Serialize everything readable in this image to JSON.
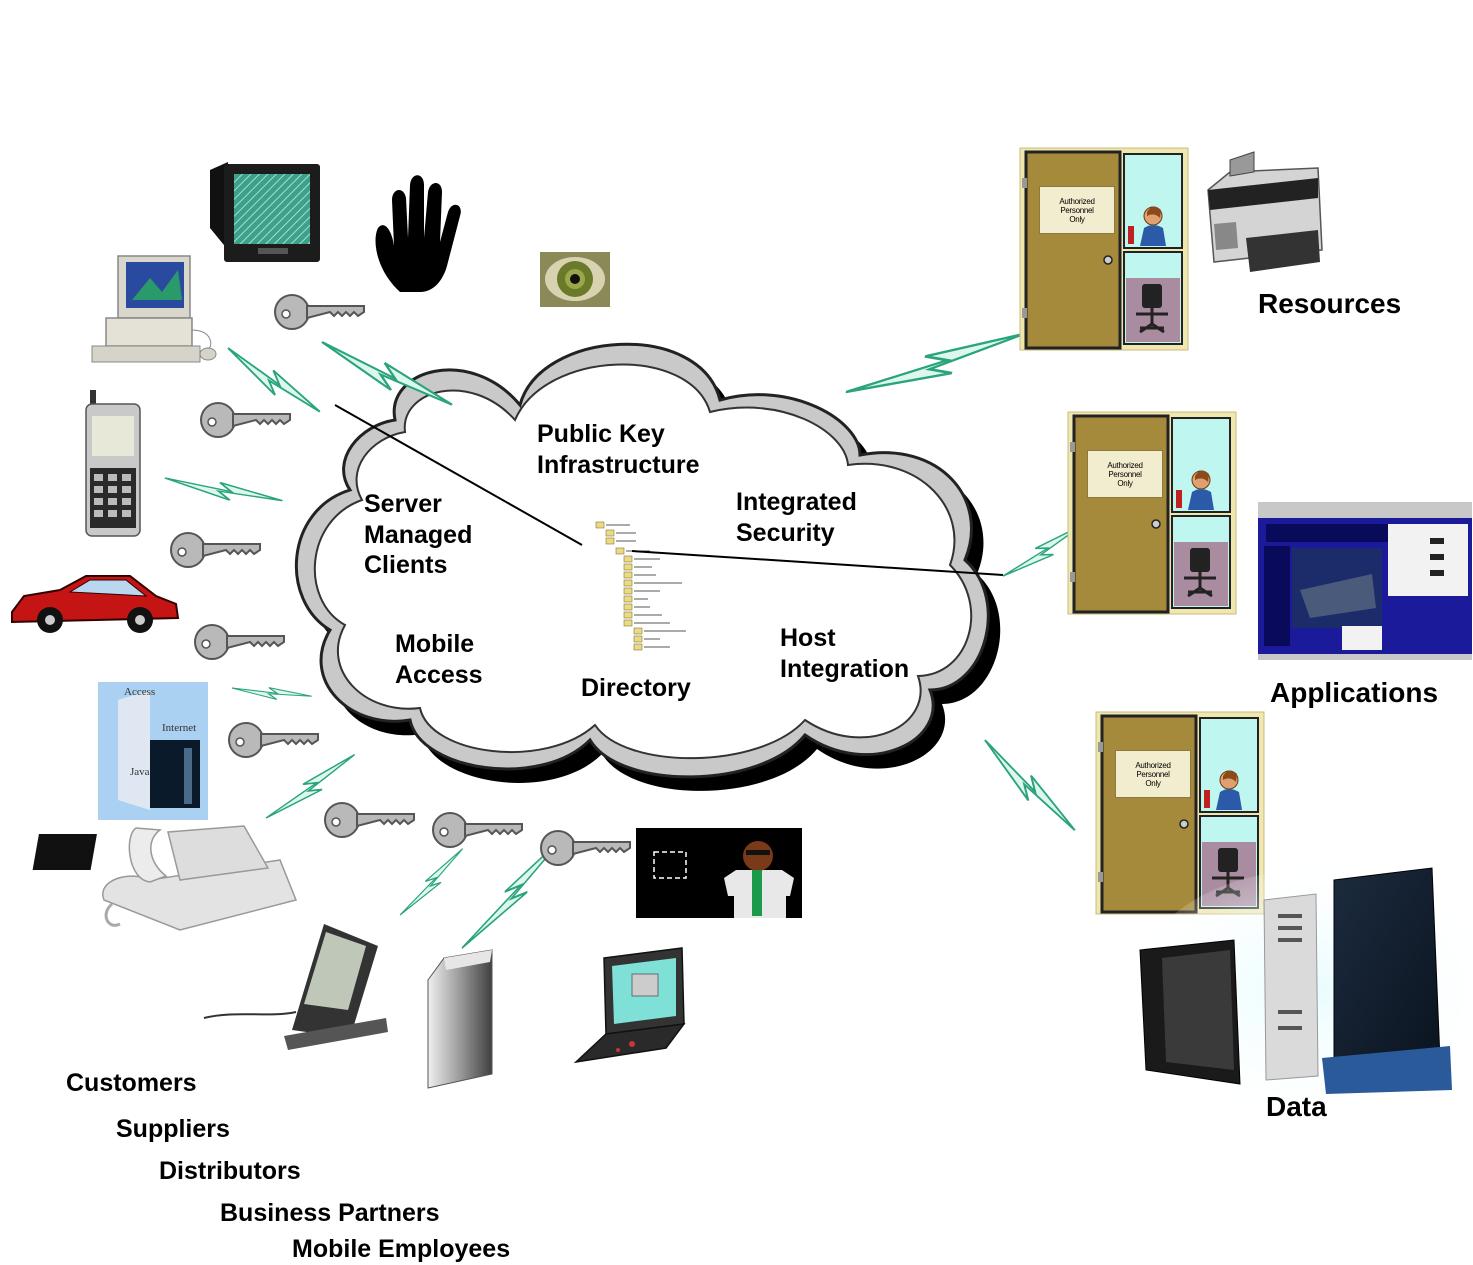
{
  "cloud": {
    "labels": {
      "pki": "Public Key\nInfrastructure",
      "integrated_security": "Integrated\nSecurity",
      "server_managed_clients": "Server\nManaged\nClients",
      "mobile_access": "Mobile\nAccess",
      "host_integration": "Host\nIntegration",
      "directory": "Directory"
    }
  },
  "right_labels": {
    "resources": "Resources",
    "applications": "Applications",
    "data": "Data"
  },
  "door_sign": "Authorized\nPersonnel\nOnly",
  "kiosk": {
    "line1": "Access",
    "line2": "Internet",
    "line3": "Java"
  },
  "user_groups": [
    "Customers",
    "Suppliers",
    "Distributors",
    "Business Partners",
    "Mobile Employees"
  ],
  "icons": [
    "tv-monitor-icon",
    "hand-biometric-icon",
    "eye-iris-icon",
    "desktop-computer-icon",
    "cell-phone-icon",
    "car-icon",
    "kiosk-icon",
    "desk-phone-icon",
    "pda-icon",
    "tower-server-icon",
    "laptop-icon",
    "presenter-icon",
    "printer-icon",
    "browser-window-icon",
    "mainframe-icon",
    "key-icon",
    "door-icon",
    "lightning-icon",
    "directory-tree-icon"
  ],
  "colors": {
    "lightning": "#2aa47a",
    "door": "#a58a3b",
    "frame": "#efe6b0",
    "window": "#bff7f0"
  }
}
